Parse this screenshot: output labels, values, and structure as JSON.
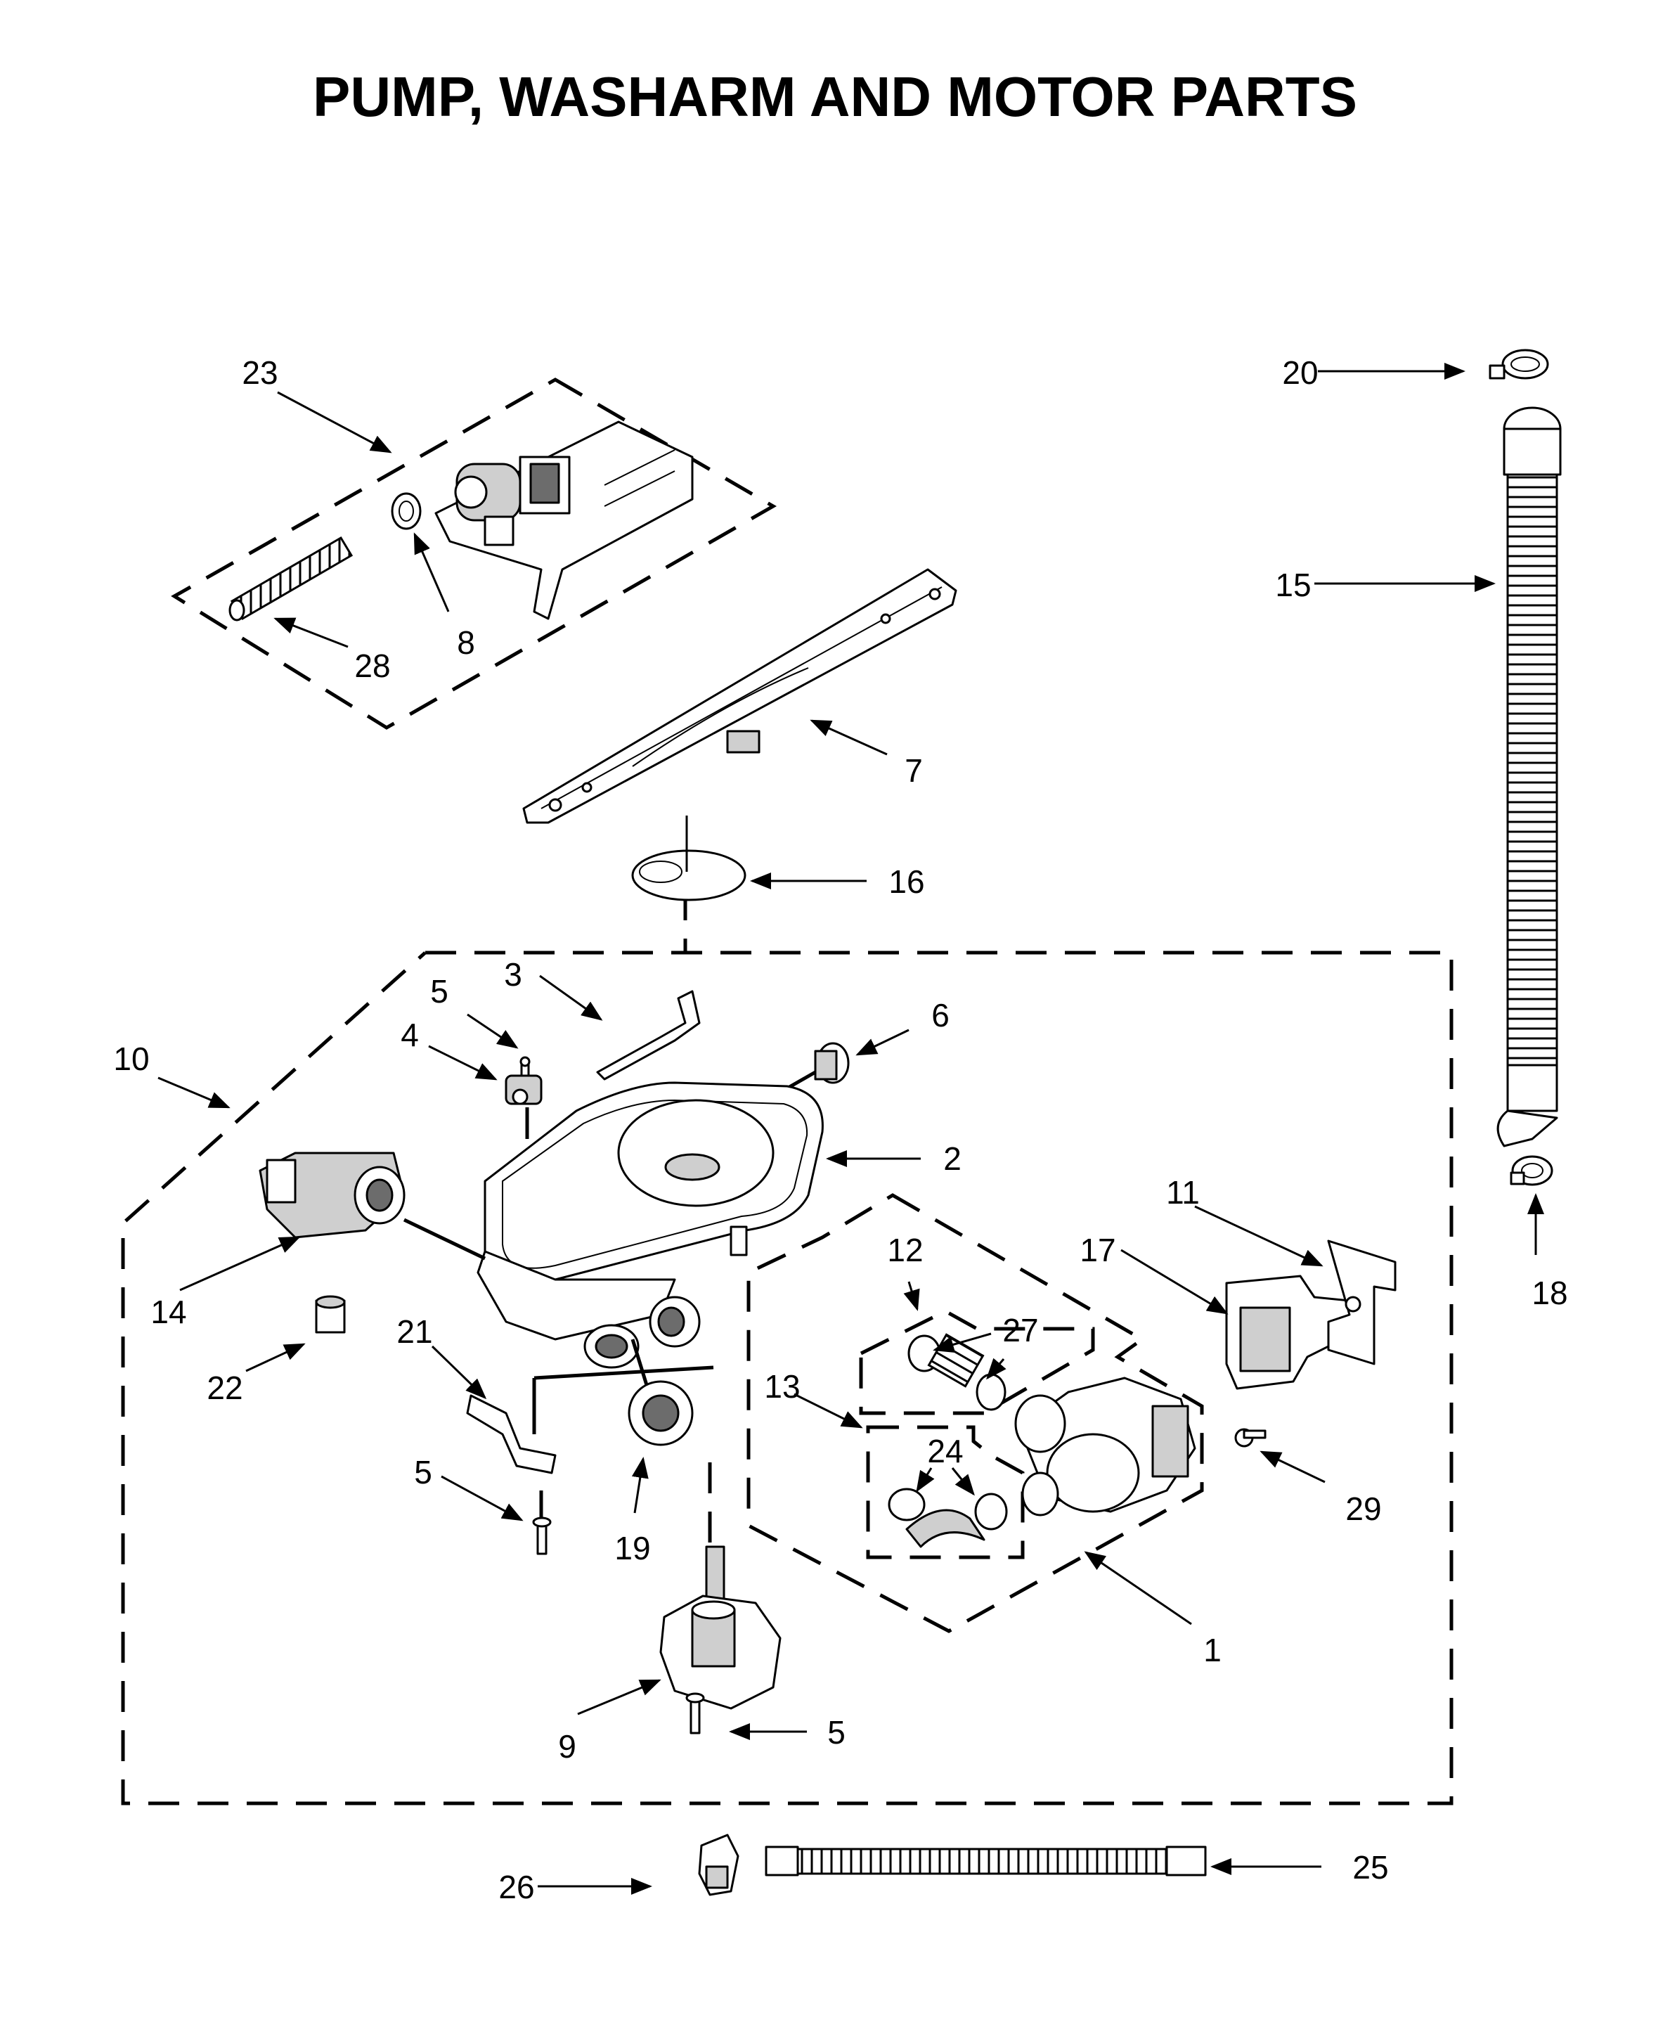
{
  "title": "PUMP, WASHARM AND MOTOR PARTS",
  "callouts": {
    "c1": "1",
    "c2": "2",
    "c3": "3",
    "c4": "4",
    "c5a": "5",
    "c5b": "5",
    "c5c": "5",
    "c6": "6",
    "c7": "7",
    "c8": "8",
    "c9": "9",
    "c10": "10",
    "c11": "11",
    "c12": "12",
    "c13": "13",
    "c14": "14",
    "c15": "15",
    "c16": "16",
    "c17": "17",
    "c18": "18",
    "c19": "19",
    "c20": "20",
    "c21": "21",
    "c22": "22",
    "c23": "23",
    "c24": "24",
    "c25": "25",
    "c26": "26",
    "c27": "27",
    "c28": "28",
    "c29": "29"
  }
}
